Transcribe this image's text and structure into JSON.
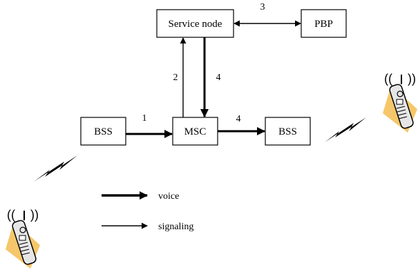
{
  "nodes": {
    "service_node": "Service node",
    "pbp": "PBP",
    "msc": "MSC",
    "bss_left": "BSS",
    "bss_right": "BSS"
  },
  "edges": {
    "bss_to_msc": "1",
    "msc_to_service": "2",
    "service_pbp": "3",
    "service_to_msc": "4",
    "msc_to_bss": "4"
  },
  "legend": {
    "voice": "voice",
    "signaling": "signaling"
  },
  "icons": {
    "phone_left": "mobile-phone-icon",
    "phone_right": "mobile-phone-icon",
    "wireless_left": "lightning-bolt-icon",
    "wireless_right": "lightning-bolt-icon"
  },
  "colors": {
    "line": "#000000",
    "phone_badge": "#f5c76a",
    "phone_body": "#e6e6e6"
  }
}
